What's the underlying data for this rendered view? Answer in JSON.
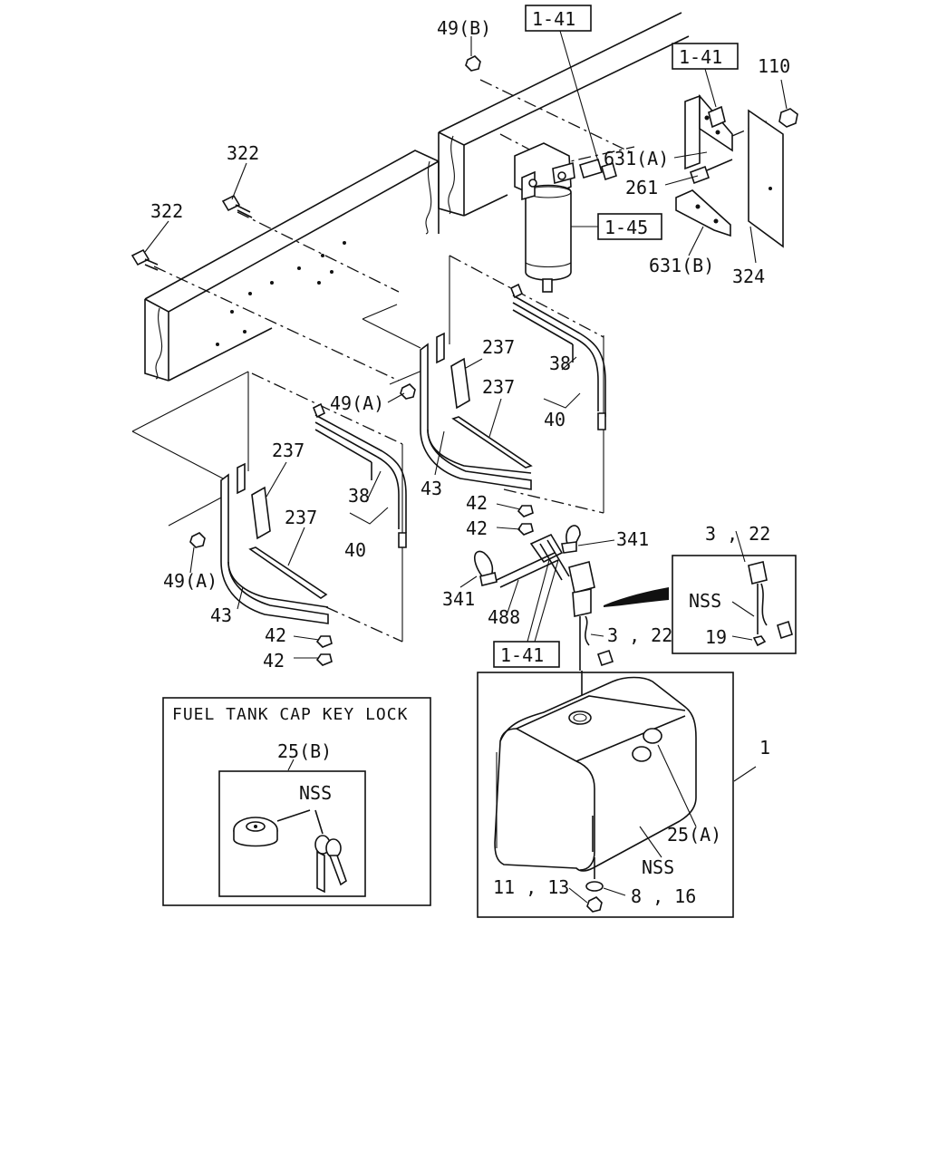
{
  "labels": {
    "p49B": "49(B)",
    "ref141_top": "1-41",
    "ref141_right": "1-41",
    "p110": "110",
    "p322_a": "322",
    "p322_b": "322",
    "p631A": "631(A)",
    "p261": "261",
    "ref145": "1-45",
    "p631B": "631(B)",
    "p324": "324",
    "p237_a": "237",
    "p237_b": "237",
    "p38_a": "38",
    "p40_a": "40",
    "p49A_a": "49(A)",
    "p43_a": "43",
    "p237_c": "237",
    "p237_d": "237",
    "p38_b": "38",
    "p40_b": "40",
    "p42_a": "42",
    "p42_b": "42",
    "p341_a": "341",
    "p3_22_a": "3 , 22",
    "p49A_b": "49(A)",
    "p43_b": "43",
    "p341_b": "341",
    "nss_a": "NSS",
    "p488": "488",
    "p3_22_b": "3 , 22",
    "p19": "19",
    "p42_c": "42",
    "p42_d": "42",
    "ref141_bottom": "1-41",
    "p1": "1",
    "p25A": "25(A)",
    "nss_b": "NSS",
    "p11_13": "11 , 13",
    "p8_16": "8 , 16",
    "p25B": "25(B)",
    "nss_c": "NSS"
  },
  "inset": {
    "title": "FUEL TANK CAP KEY LOCK"
  }
}
